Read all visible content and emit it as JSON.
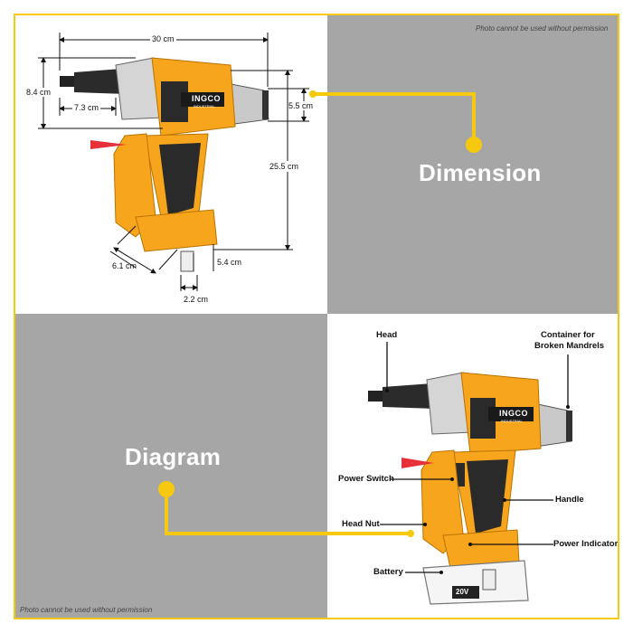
{
  "notice": {
    "top": "Photo cannot be used without permission",
    "bottom": "Photo cannot be used without permission"
  },
  "sections": {
    "dimension": "Dimension",
    "diagram": "Diagram"
  },
  "dimensions": {
    "length": "30 cm",
    "height": "8.4 cm",
    "nose": "7.3 cm",
    "body": "5.5 cm",
    "total_height": "25.5 cm",
    "base_width": "6.1 cm",
    "base_depth": "5.4 cm",
    "foot": "2.2 cm"
  },
  "parts": {
    "head": "Head",
    "container_line1": "Container for",
    "container_line2": "Broken  Mandrels",
    "power_switch": "Power Switch",
    "handle": "Handle",
    "head_nut": "Head Nut",
    "power_indicator": "Power Indicator",
    "battery": "Battery"
  },
  "brand": {
    "name": "INGCO",
    "sub": "INDUSTRIAL",
    "battery_label": "20V"
  },
  "colors": {
    "frame": "#f6c90e",
    "gray_panel": "#a6a6a6",
    "tool_orange": "#f7a51c",
    "tool_black": "#222222"
  }
}
